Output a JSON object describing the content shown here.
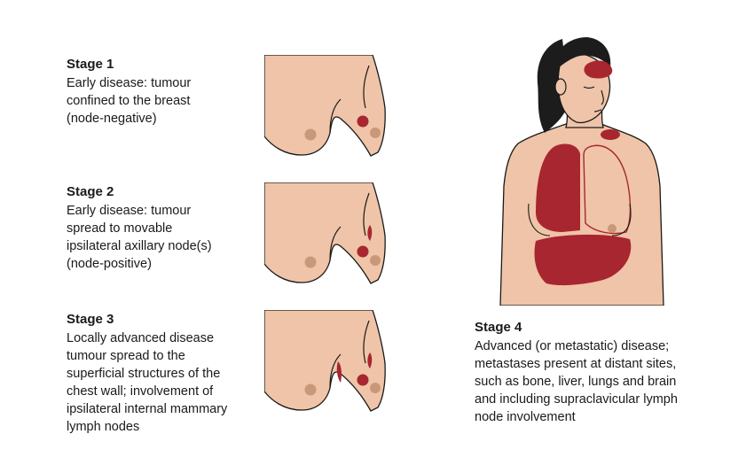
{
  "stages": [
    {
      "title": "Stage 1",
      "description": "Early disease: tumour\nconfined to the breast\n(node-negative)"
    },
    {
      "title": "Stage 2",
      "description": "Early disease: tumour\nspread to movable\nipsilateral axillary node(s)\n(node-positive)"
    },
    {
      "title": "Stage 3",
      "description": "Locally advanced disease\ntumour spread to the\nsuperficial structures of the\nchest wall; involvement of\nipsilateral internal mammary\nlymph nodes"
    },
    {
      "title": "Stage 4",
      "description": "Advanced (or metastatic) disease;\nmetastases present at distant sites,\nsuch as bone, liver, lungs and brain\nand including supraclavicular lymph\nnode involvement"
    }
  ],
  "colors": {
    "skin": "#efc4a8",
    "outline": "#1a1a1a",
    "tumour": "#a8262f",
    "areola": "#c99878",
    "hair": "#1c1c1c"
  }
}
